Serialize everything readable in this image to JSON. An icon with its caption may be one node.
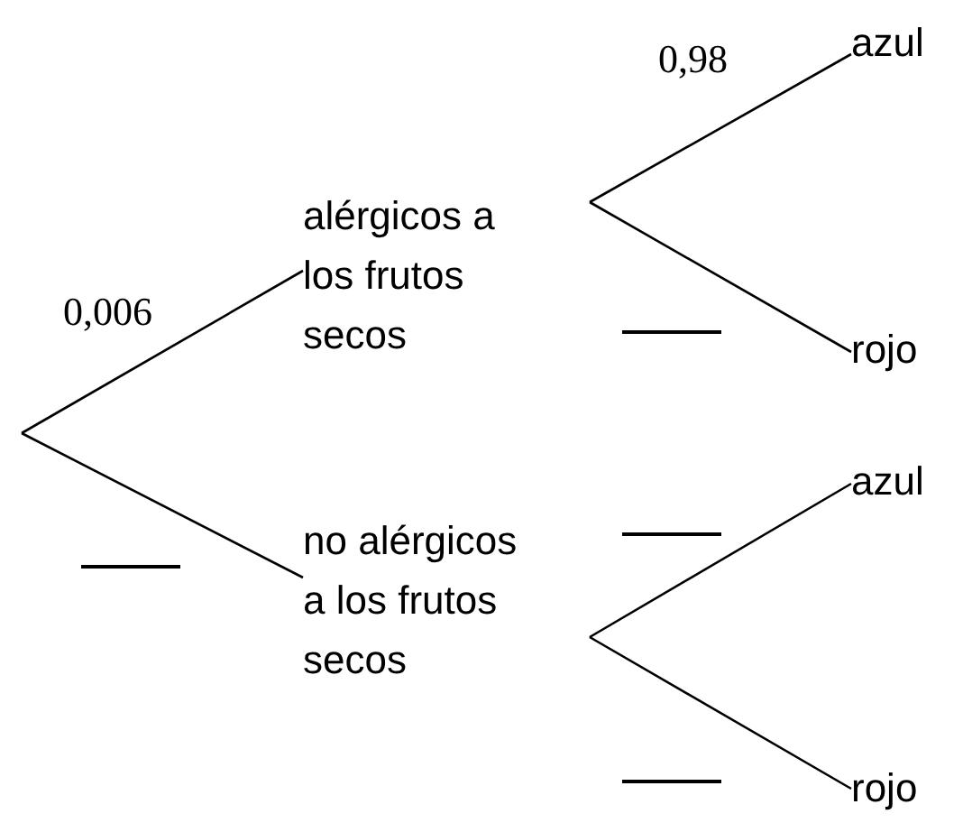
{
  "diagram": {
    "nodes": [
      {
        "text": [
          "alérgicos a los frutos secos"
        ]
      },
      {
        "text": [
          "no alérgicos a los frutos secos"
        ]
      },
      {
        "text": [
          "azul"
        ]
      },
      {
        "text": [
          "rojo"
        ]
      },
      {
        "text": [
          "azul"
        ]
      },
      {
        "text": [
          "rojo"
        ]
      }
    ],
    "edges": [
      {
        "from": null,
        "to": 0,
        "arrow": "none",
        "label": "0,006"
      },
      {
        "from": null,
        "to": 1,
        "arrow": "none"
      },
      {
        "from": 0,
        "to": 2,
        "arrow": "none",
        "label": "0,98"
      },
      {
        "from": 0,
        "to": 3,
        "arrow": "none"
      },
      {
        "from": 1,
        "to": 4,
        "arrow": "none"
      },
      {
        "from": 1,
        "to": 5,
        "arrow": "none"
      }
    ]
  }
}
